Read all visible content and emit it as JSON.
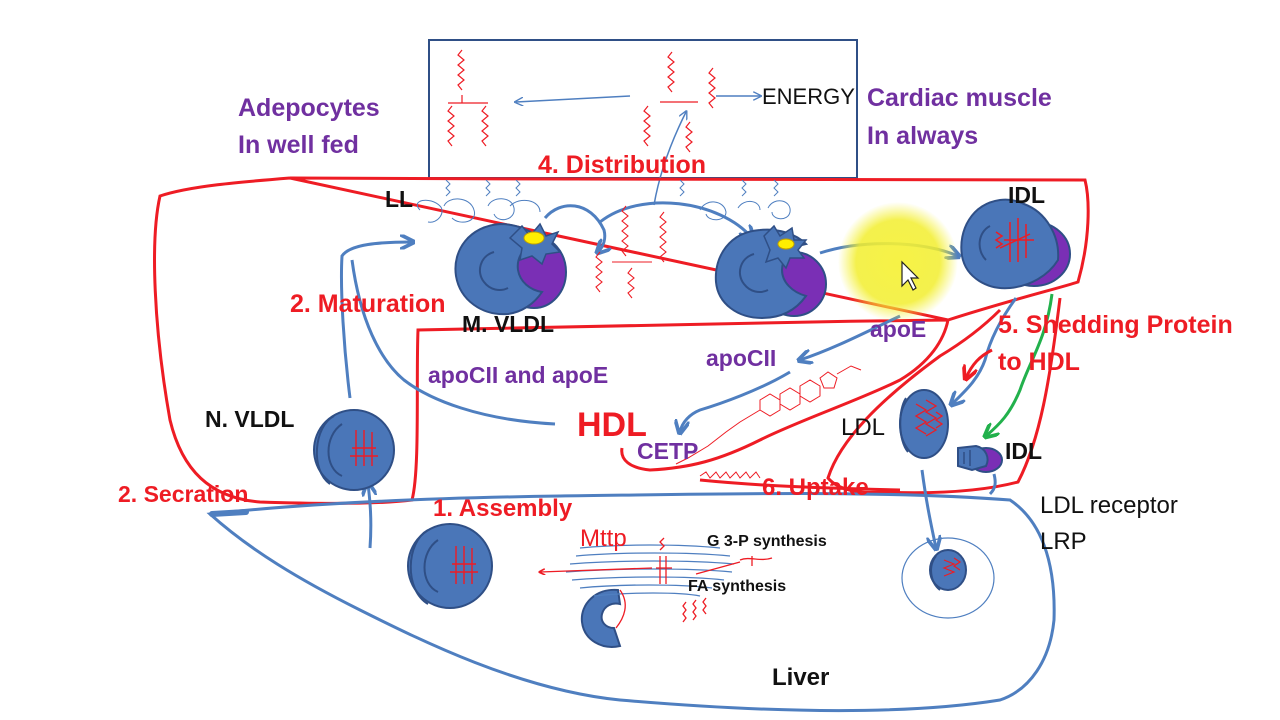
{
  "colors": {
    "red": "#ee1c24",
    "blue": "#4f7fc0",
    "cell_fill": "#4a76b8",
    "purple_text": "#7030a0",
    "purple_fill": "#7a2fb5",
    "yellow_dot": "#ffee00",
    "green_arrow": "#22b14c",
    "highlight": "#f6f23c",
    "box_border": "#2f4f86"
  },
  "labels": {
    "adepocytes_1": "Adepocytes",
    "adepocytes_2": "In well fed",
    "cardiac_1": "Cardiac muscle",
    "cardiac_2": "In always",
    "energy": "ENERGY",
    "distribution": "4. Distribution",
    "ll": "LL",
    "idl_top": "IDL",
    "maturation": "2. Maturation",
    "m_vldl": "M. VLDL",
    "apoe": "apoE",
    "shedding_1": "5. Shedding Protein",
    "shedding_2": "to HDL",
    "apocii": "apoCII",
    "apocii_and_apoe": "apoCII and apoE",
    "hdl": "HDL",
    "cetp": "CETP",
    "ldl": "LDL",
    "idl_bottom": "IDL",
    "n_vldl": "N. VLDL",
    "secretion": "2. Secration",
    "assembly": "1. Assembly",
    "uptake": "6. Uptake",
    "ldl_receptor": "LDL receptor",
    "lrp": "LRP",
    "mttp": "Mttp",
    "g3p": "G 3-P synthesis",
    "fa": "FA synthesis",
    "liver": "Liver"
  },
  "icons": {
    "cursor": "mouse-pointer-icon"
  }
}
